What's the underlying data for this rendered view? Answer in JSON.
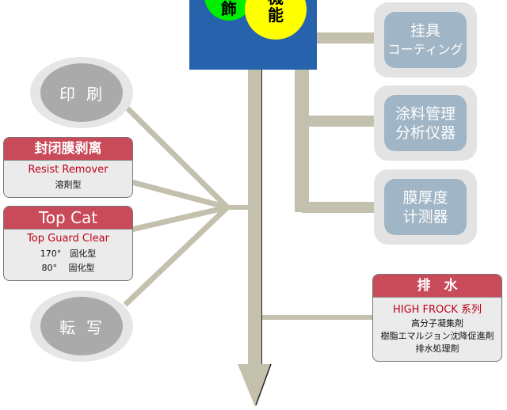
{
  "top": {
    "left_circle": "飾",
    "right_circle": "機能"
  },
  "left": {
    "printing": "印刷",
    "resist_box": {
      "title": "封闭膜剥离",
      "subtitle": "Resist Remover",
      "lines": [
        "溶剤型"
      ]
    },
    "topcat_box": {
      "title": "Top Cat",
      "subtitle": "Top Guard Clear",
      "lines": [
        "170°　固化型",
        "80°　 固化型"
      ]
    },
    "transfer": "転写"
  },
  "right": {
    "items": [
      {
        "line1": "挂具",
        "line2": "コーティング"
      },
      {
        "line1": "涂料管理",
        "line2": "分析仪器"
      },
      {
        "line1": "膜厚度",
        "line2": "计测器"
      }
    ],
    "drain_box": {
      "title": "排　水",
      "subtitle": "HIGH FROCK 系列",
      "lines": [
        "高分子凝集剤",
        "樹脂エマルジョン沈降促進剤",
        "排水処理剤"
      ]
    }
  },
  "colors": {
    "connector": "#c4c0ae",
    "header_red": "#c94a58",
    "blue": "#2762ad"
  }
}
